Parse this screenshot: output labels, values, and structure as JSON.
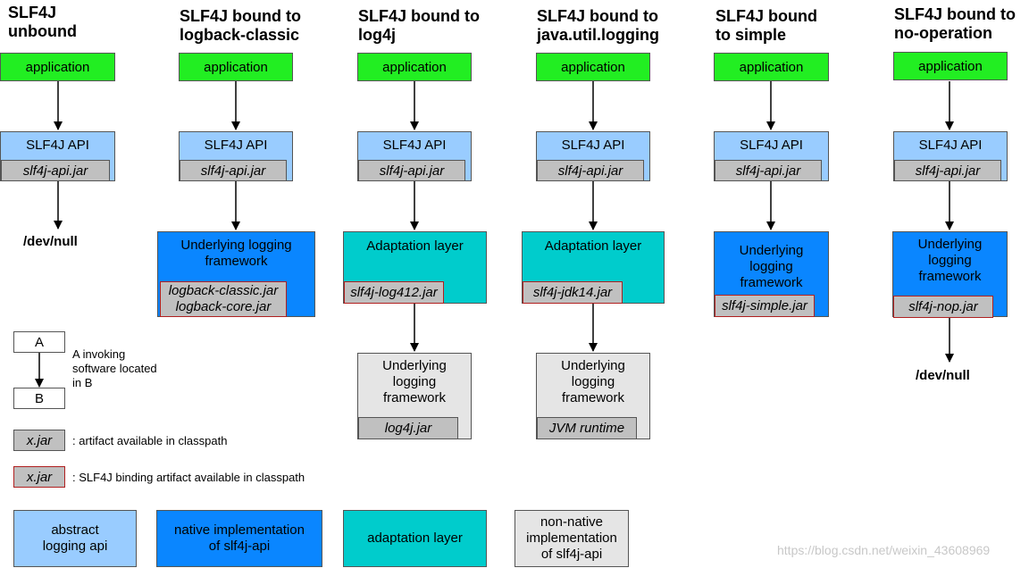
{
  "columns": [
    {
      "title": "SLF4J\nunbound",
      "application": "application",
      "api": "SLF4J API",
      "api_jar": "slf4j-api.jar",
      "devnull": "/dev/null"
    },
    {
      "title": "SLF4J bound to\nlogback-classic",
      "application": "application",
      "api": "SLF4J API",
      "api_jar": "slf4j-api.jar",
      "framework": "Underlying logging\nframework",
      "framework_jars": [
        "logback-classic.jar",
        "logback-core.jar"
      ]
    },
    {
      "title": "SLF4J bound to\nlog4j",
      "application": "application",
      "api": "SLF4J API",
      "api_jar": "slf4j-api.jar",
      "adaptation": "Adaptation layer",
      "adaptation_jar": "slf4j-log412.jar",
      "underlying": "Underlying\nlogging\nframework",
      "underlying_jar": "log4j.jar"
    },
    {
      "title": "SLF4J bound to\njava.util.logging",
      "application": "application",
      "api": "SLF4J API",
      "api_jar": "slf4j-api.jar",
      "adaptation": "Adaptation layer",
      "adaptation_jar": "slf4j-jdk14.jar",
      "underlying": "Underlying\nlogging\nframework",
      "underlying_jar": "JVM runtime"
    },
    {
      "title": "SLF4J bound\nto simple",
      "application": "application",
      "api": "SLF4J API",
      "api_jar": "slf4j-api.jar",
      "framework": "Underlying\nlogging\nframework",
      "framework_jar": "slf4j-simple.jar"
    },
    {
      "title": "SLF4J bound to\nno-operation",
      "application": "application",
      "api": "SLF4J API",
      "api_jar": "slf4j-api.jar",
      "framework": "Underlying\nlogging\nframework",
      "framework_jar": "slf4j-nop.jar",
      "devnull": "/dev/null"
    }
  ],
  "legend": {
    "box_a": "A",
    "box_b": "B",
    "invoke_text": "A invoking\nsoftware located\nin B",
    "jar_example": "x.jar",
    "jar_text": ": artifact available in classpath",
    "binding_example": "x.jar",
    "binding_text": ": SLF4J binding artifact available in classpath",
    "swatches": [
      "abstract\nlogging api",
      "native implementation\nof slf4j-api",
      "adaptation layer",
      "non-native\nimplementation\nof slf4j-api"
    ]
  },
  "colors": {
    "application": "#22ee22",
    "abstract_api": "#99ccff",
    "native_impl": "#0a86ff",
    "adaptation": "#00cccc",
    "non_native": "#e5e5e5",
    "jar": "#c0c0c0",
    "binding_border": "#b02020"
  },
  "watermark": "https://blog.csdn.net/weixin_43608969"
}
